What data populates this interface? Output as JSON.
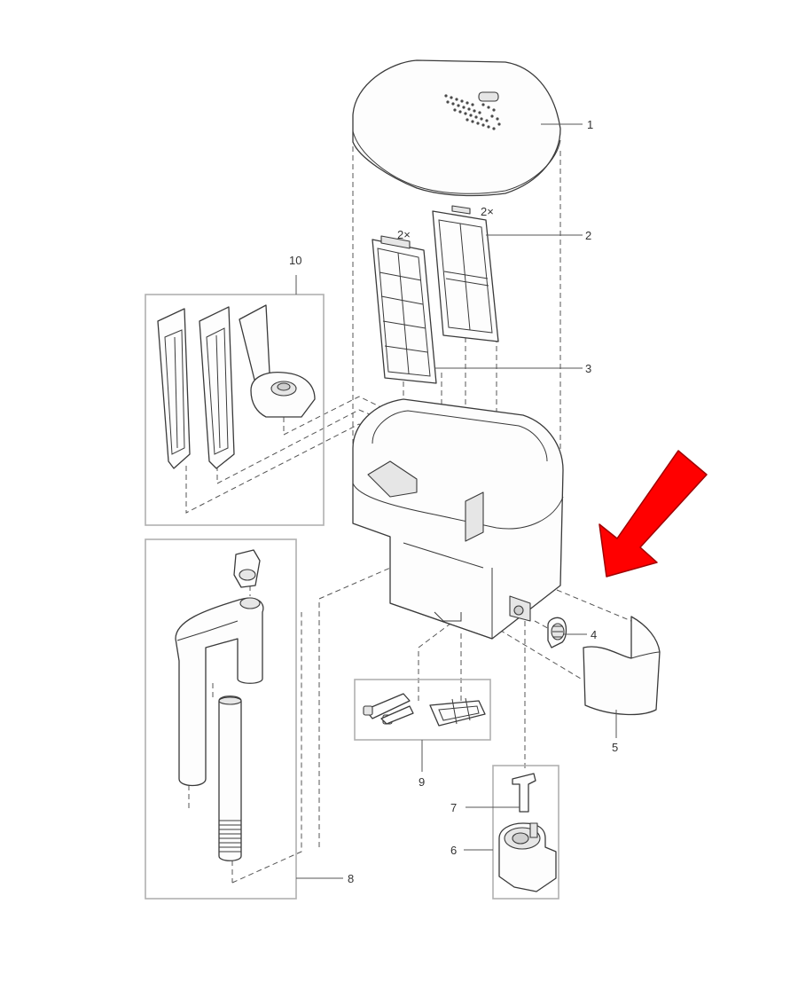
{
  "callouts": {
    "c1": "1",
    "c2": "2",
    "c3": "3",
    "c4": "4",
    "c5": "5",
    "c6": "6",
    "c7": "7",
    "c8": "8",
    "c9": "9",
    "c10": "10"
  },
  "quantities": {
    "q2": "2×",
    "q3": "2×"
  },
  "colors": {
    "arrow": "#ff0000",
    "arrow_outline": "#a00000",
    "box_border": "#b0b0b0"
  }
}
